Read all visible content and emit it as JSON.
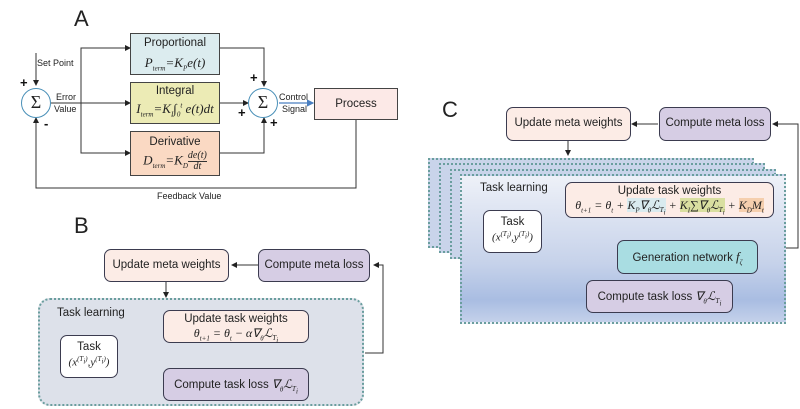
{
  "panels": {
    "A": {
      "label": "A",
      "set_point": "Set Point",
      "error_value_line1": "Error",
      "error_value_line2": "Value",
      "control_signal_line1": "Control",
      "control_signal_line2": "Signal",
      "feedback_value": "Feedback Value",
      "sum_symbol": "Σ",
      "signs": {
        "sum1_top": "+",
        "sum1_bottom": "-",
        "sum2_top": "+",
        "sum2_left": "+",
        "sum2_bottom": "+"
      },
      "proportional": {
        "title": "Proportional",
        "equation": "P_term = K_P e(t)",
        "color": "#dcecef"
      },
      "integral": {
        "title": "Integral",
        "equation": "I_term = K_I ∫₀ᵗ e(t)dt",
        "color": "#ecebb5"
      },
      "derivative": {
        "title": "Derivative",
        "equation": "D_term = K_D de(t)/dt",
        "color": "#fad9c3"
      },
      "process": {
        "title": "Process",
        "color": "#fce9e7"
      }
    },
    "B": {
      "label": "B",
      "update_meta_weights": "Update meta weights",
      "compute_meta_loss": "Compute meta loss",
      "task_learning": "Task learning",
      "update_task_weights": "Update task weights",
      "update_equation": "θt+1 = θt − α∇θℒTi",
      "task": "Task",
      "task_data": "(x(Ti), y(Ti))",
      "compute_task_loss": "Compute task loss ∇θℒTi"
    },
    "C": {
      "label": "C",
      "update_meta_weights": "Update meta weights",
      "compute_meta_loss": "Compute meta loss",
      "task_learning": "Task learning",
      "update_task_weights": "Update task weights",
      "update_equation": "θt+1 = θt + KP∇θℒTi + KI∑∇θℒTi + KDMt",
      "task": "Task",
      "task_data": "(x(Ti), y(Ti))",
      "generation_network": "Generation network fζ",
      "compute_task_loss": "Compute task loss ∇θℒTi"
    }
  },
  "colors": {
    "pink_box": "#fcece6",
    "purple_box": "#d6cde4",
    "teal_box": "#a9dde2",
    "task_learning_bg": "#dde1ea",
    "dotted_border": "#6a9e9e",
    "sum_circle": "#4a90b8",
    "control_arrow": "#4a7fc0"
  }
}
